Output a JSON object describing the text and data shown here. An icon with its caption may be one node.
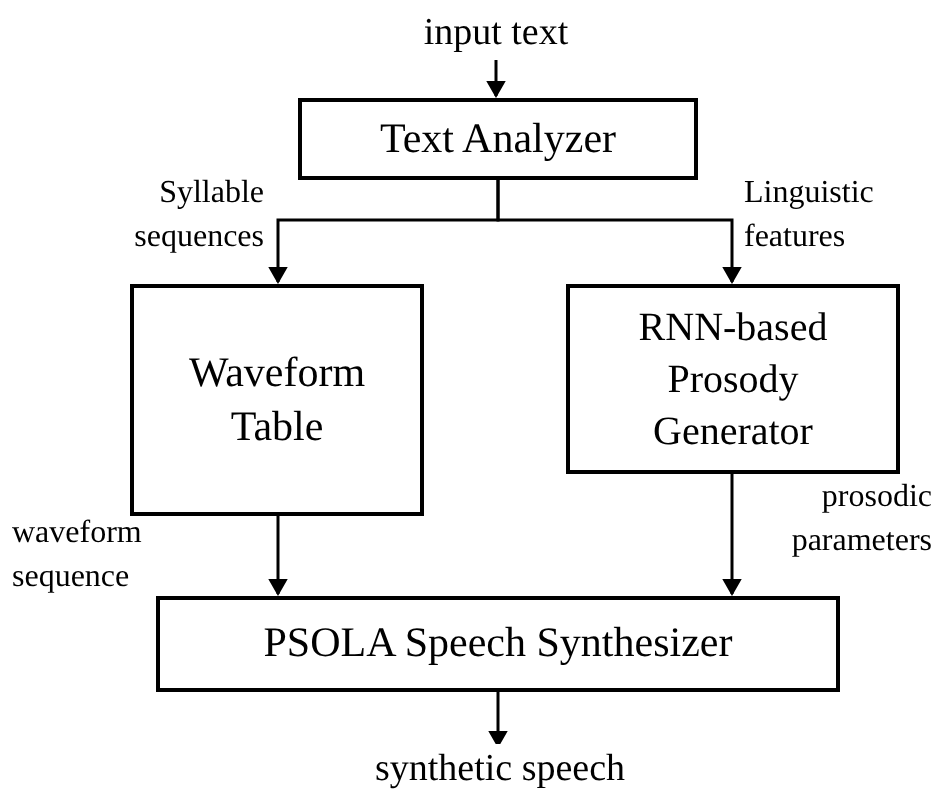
{
  "diagram": {
    "nodes": [
      {
        "text": [
          "input text"
        ]
      },
      {
        "text": [
          "Text Analyzer"
        ]
      },
      {
        "text": [
          "Waveform Table"
        ]
      },
      {
        "text": [
          "RNN-based Prosody Generator"
        ]
      },
      {
        "text": [
          "PSOLA Speech Synthesizer"
        ]
      },
      {
        "text": [
          "synthetic speech"
        ]
      }
    ],
    "edges": [
      {
        "from": 0,
        "to": 1,
        "arrow": "to"
      },
      {
        "from": 1,
        "to": 2,
        "arrow": "to",
        "label": "Syllable sequences"
      },
      {
        "from": 1,
        "to": 3,
        "arrow": "to",
        "label": "Linguistic features"
      },
      {
        "from": 2,
        "to": 4,
        "arrow": "to",
        "label": "waveform sequence"
      },
      {
        "from": 3,
        "to": 4,
        "arrow": "to",
        "label": "prosodic parameters"
      },
      {
        "from": 4,
        "to": 5,
        "arrow": "to"
      }
    ]
  }
}
